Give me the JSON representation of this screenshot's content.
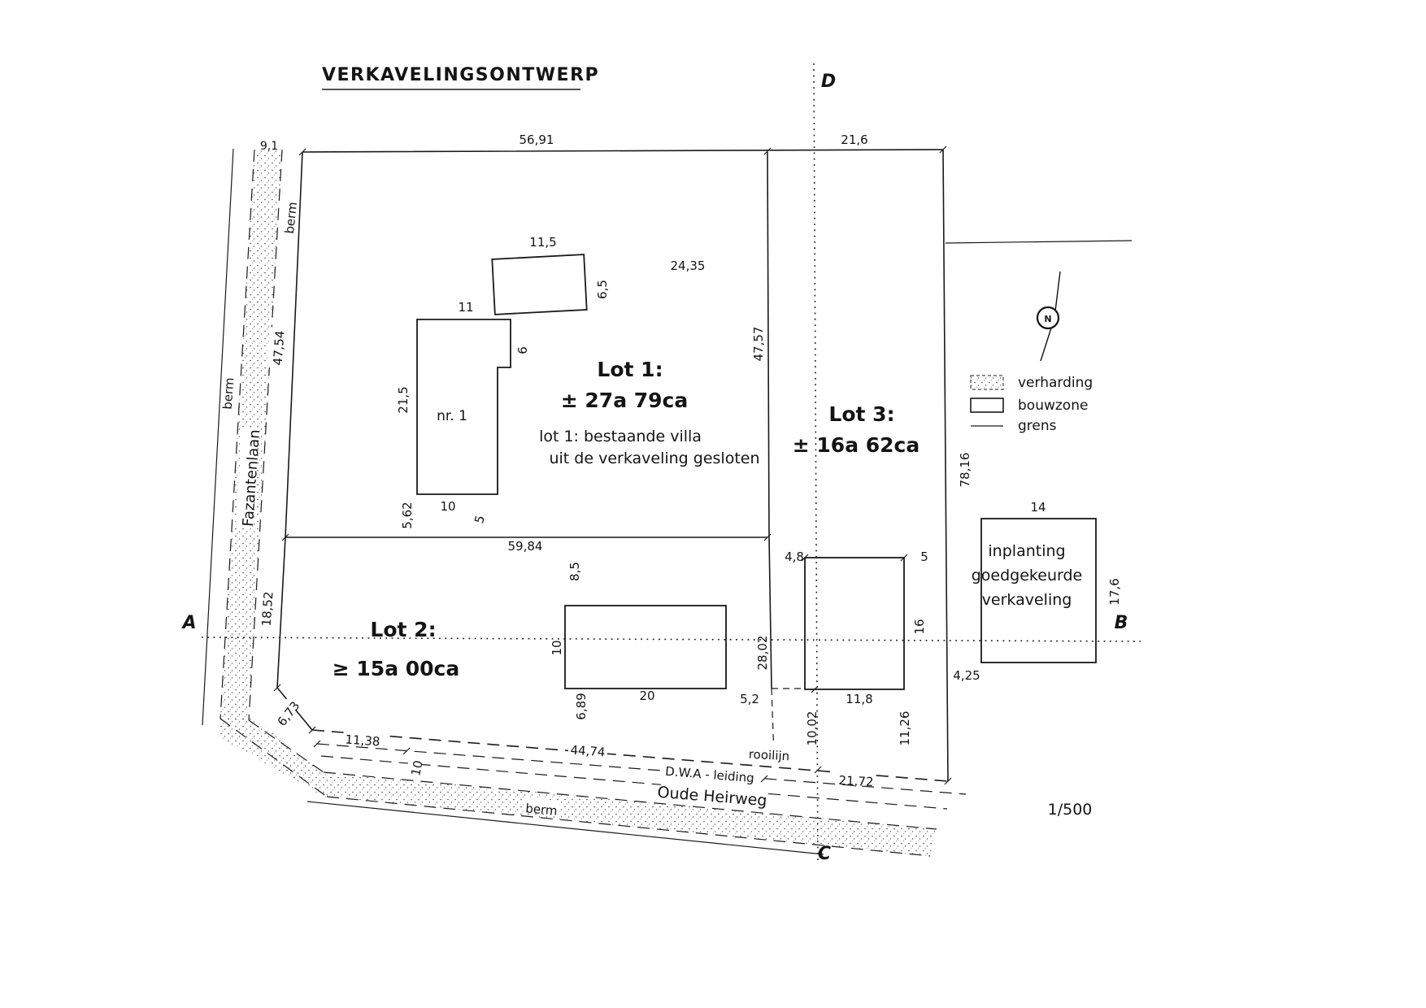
{
  "title": "VERKAVELINGSONTWERP",
  "scale_label": "1/500",
  "colors": {
    "ink": "#1a1a1a",
    "paper": "#ffffff"
  },
  "markers": {
    "a": "A",
    "b": "B",
    "c": "C",
    "d": "D"
  },
  "north": {
    "n": "N"
  },
  "streets": {
    "fazantenlaan": "Fazantenlaan",
    "oude_heirweg": "Oude Heirweg",
    "dwa_leiding": "D.W.A - leiding",
    "rooilijn": "rooilijn",
    "berm_top": "berm",
    "berm_left": "berm",
    "berm_bottom": "berm"
  },
  "lots": {
    "lot1": {
      "title": "Lot 1:",
      "area": "± 27a 79ca",
      "note1": "lot 1: bestaande villa",
      "note2": "uit de verkaveling gesloten",
      "house": "nr. 1"
    },
    "lot2": {
      "title": "Lot 2:",
      "area": "≥ 15a 00ca"
    },
    "lot3": {
      "title": "Lot 3:",
      "area": "± 16a 62ca"
    }
  },
  "legend": {
    "verharding": "verharding",
    "bouwzone": "bouwzone",
    "grens": "grens"
  },
  "inplanting": {
    "line1": "inplanting",
    "line2": "goedgekeurde",
    "line3": "verkaveling"
  },
  "dimensions": {
    "d9_1": "9,1",
    "d47_54": "47,54",
    "d18_52": "18,52",
    "d6_73": "6,73",
    "d11_38": "11,38",
    "d10_road": "10",
    "d44_74": "44,74",
    "d21_72": "21,72",
    "d56_91": "56,91",
    "d21_6": "21,6",
    "d11_5": "11,5",
    "d6_5": "6,5",
    "d24_35": "24,35",
    "d47_57": "47,57",
    "d11": "11",
    "d6": "6",
    "d21_5": "21,5",
    "d5_62": "5,62",
    "d10_house": "10",
    "d5_house": "5",
    "d59_84": "59,84",
    "d8_5": "8,5",
    "d10_lot2": "10",
    "d20": "20",
    "d6_89": "6,89",
    "d4_8": "4,8",
    "d5_lot3": "5",
    "d16": "16",
    "d28_02": "28,02",
    "d11_8": "11,8",
    "d5_2": "5,2",
    "d10_02": "10,02",
    "d11_26": "11,26",
    "d4_25": "4,25",
    "d78_16": "78,16",
    "d14": "14",
    "d17_6": "17,6"
  }
}
